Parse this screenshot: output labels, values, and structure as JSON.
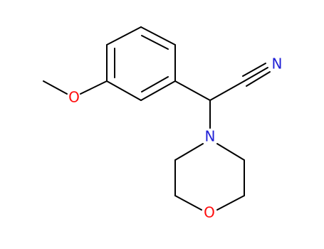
{
  "colors": {
    "background": "#ffffff",
    "bond": "#000000",
    "nitrogen": "#1f1fd6",
    "oxygen": "#ff0d0d"
  },
  "atoms": {
    "methoxy_oxygen": "O",
    "nitrile_nitrogen": "N",
    "morpholine_nitrogen": "N",
    "morpholine_oxygen": "O"
  }
}
